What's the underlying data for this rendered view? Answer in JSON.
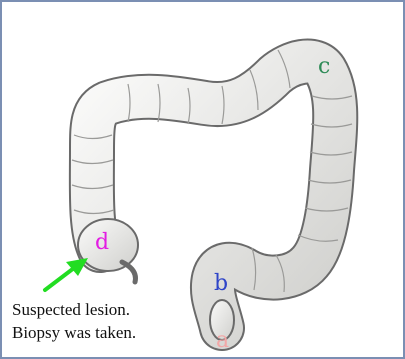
{
  "labels": {
    "a": {
      "text": "a",
      "color": "#f2a7a7"
    },
    "b": {
      "text": "b",
      "color": "#2f45c8"
    },
    "c": {
      "text": "c",
      "color": "#2e8b57"
    },
    "d": {
      "text": "d",
      "color": "#e31ce3"
    }
  },
  "annotation": {
    "line1": "Suspected lesion.",
    "line2": "Biopsy was taken.",
    "arrow_color": "#22dd22"
  },
  "colors": {
    "frame": "#7b8fb3",
    "colon_fill": "#e9e9e7",
    "colon_stroke": "#6a6a6a"
  }
}
